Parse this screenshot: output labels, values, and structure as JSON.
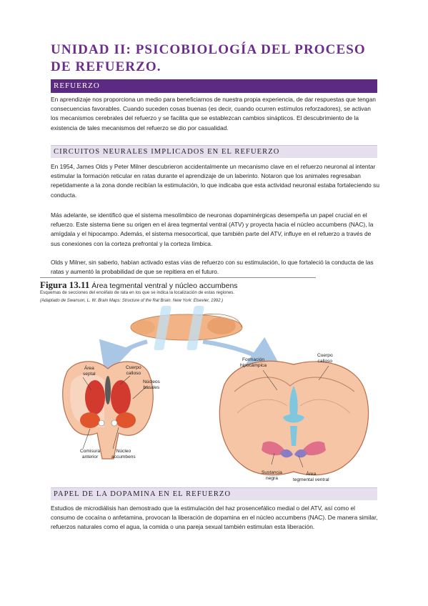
{
  "title": "UNIDAD II: PSICOBIOLOGÍA DEL PROCESO DE REFUERZO.",
  "section1": {
    "heading": "REFUERZO",
    "text": "En aprendizaje nos proporciona un medio para beneficiarnos de nuestra propia experiencia, de dar respuestas que tengan consecuencias favorables. Cuando suceden cosas buenas (es decir, cuando ocurren estímulos reforzadores), se activan los mecanismos cerebrales del refuerzo y se facilita que se establezcan cambios sinápticos. El descubrimiento de la existencia de tales mecanismos del refuerzo se dio por casualidad."
  },
  "section2": {
    "heading": "CIRCUITOS NEURALES IMPLICADOS EN EL REFUERZO",
    "p1": "En 1954, James Olds y Peter Milner descubrieron accidentalmente un mecanismo clave en el refuerzo neuronal al intentar estimular la formación reticular en ratas durante el aprendizaje de un laberinto. Notaron que los animales regresaban repetidamente a la zona donde recibían la estimulación, lo que indicaba que esta actividad neuronal estaba fortaleciendo su conducta.",
    "p2": "Más adelante, se identificó que el sistema mesolímbico de neuronas dopaminérgicas desempeña un papel crucial en el refuerzo. Este sistema tiene su origen en el área tegmental ventral (ATV) y proyecta hacia el núcleo accumbens (NAC), la amígdala y el hipocampo. Además, el sistema mesocortical, que también parte del ATV, influye en el refuerzo a través de sus conexiones con la corteza prefrontal y la corteza límbica.",
    "p3": "Olds y Milner, sin saberlo, habían activado estas vías de refuerzo con su estimulación, lo que fortaleció la conducta de las ratas y aumentó la probabilidad de que se repitiera en el futuro."
  },
  "figure": {
    "number": "Figura 13.11",
    "title": "Área tegmental ventral y núcleo accumbens",
    "subtitle": "Esquemas de secciones del encéfalo de rata en los que se indica la localización de estas regiones.",
    "source": "(Adaptado de Swanson, L. W. Brain Maps: Structure of the Rat Brain. New York: Elsevier, 1992.)",
    "labels": {
      "area_septal": "Área\nseptal",
      "cuerpo_calloso_left": "Cuerpo\ncalloso",
      "nucleos_basales": "Núcleos\nbasales",
      "comisura_anterior": "Comisura\nanterior",
      "nucleo_accumbens": "Núcleo\naccumbens",
      "formacion_hipocampica": "Formación\nhipocámpica",
      "cuerpo_calloso_right": "Cuerpo\ncalloso",
      "sustancia_negra": "Sustancia\nnegra",
      "area_tegmental_ventral": "Área\ntegmental ventral"
    },
    "colors": {
      "tissue": "#f6c5a6",
      "outline": "#b86d4c",
      "accumbens": "#e0552b",
      "septal": "#d23b3b",
      "ventricle": "#7fc6df",
      "vta": "#8c7cc4",
      "substantia_nigra": "#e0708a"
    }
  },
  "section3": {
    "heading": "PAPEL DE LA DOPAMINA EN EL REFUERZO",
    "text": "Estudios de microdiálisis han demostrado que la estimulación del haz prosencefálico medial o del ATV, así como el consumo de cocaína o anfetamina, provocan la liberación de dopamina en el núcleo accumbens (NAC). De manera similar, refuerzos naturales como el agua, la comida o una pareja sexual también estimulan esta liberación."
  }
}
